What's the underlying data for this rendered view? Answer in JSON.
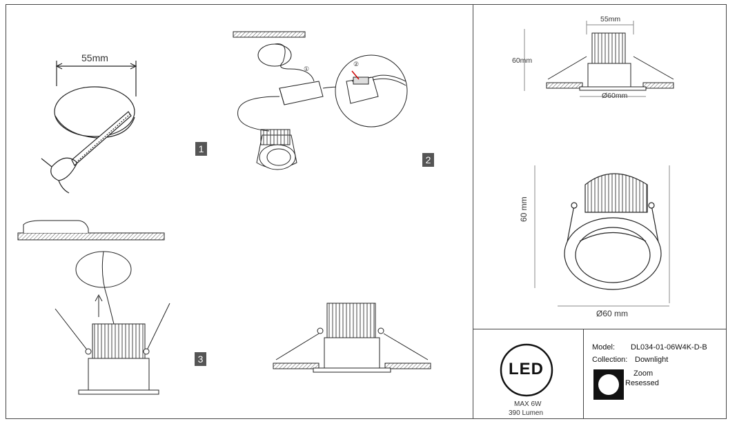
{
  "steps": {
    "s1": "1",
    "s2": "2",
    "s3": "3"
  },
  "dims": {
    "cut": "55mm",
    "top_width": "55mm",
    "top_height": "60mm",
    "top_diameter": "Ø60mm",
    "big_height": "60 mm",
    "big_diameter": "Ø60 mm"
  },
  "wiring": {
    "c1": "①",
    "c2": "②"
  },
  "led": {
    "logo": "LED",
    "power": "MAX 6W",
    "lumen": "390 Lumen"
  },
  "product": {
    "model_label": "Model:",
    "model_value": "DL034-01-06W4K-D-B",
    "collection_label": "Collection:",
    "collection_value": "Downlight",
    "feature1": "Zoom",
    "feature2": "Resessed"
  }
}
